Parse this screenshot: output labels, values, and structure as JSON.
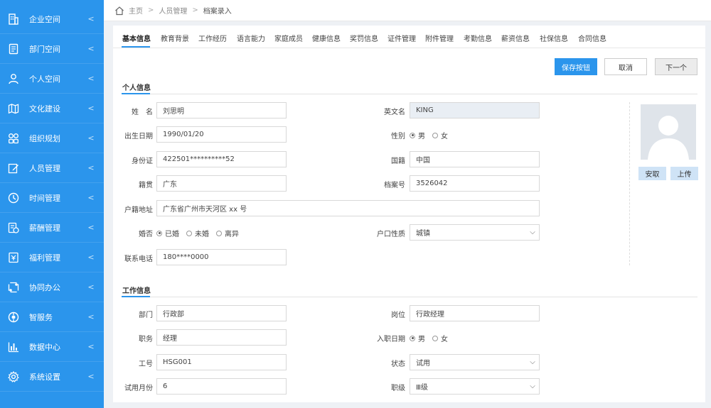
{
  "sidebar": {
    "items": [
      {
        "label": "企业空间",
        "icon": "building-icon",
        "chevron": "<"
      },
      {
        "label": "部门空间",
        "icon": "document-icon",
        "chevron": "<"
      },
      {
        "label": "个人空间",
        "icon": "user-icon",
        "chevron": "<"
      },
      {
        "label": "文化建设",
        "icon": "map-icon",
        "chevron": "<"
      },
      {
        "label": "组织规划",
        "icon": "org-icon",
        "chevron": "<"
      },
      {
        "label": "人员管理",
        "icon": "edit-icon",
        "chevron": "<"
      },
      {
        "label": "时间管理",
        "icon": "clock-icon",
        "chevron": "<"
      },
      {
        "label": "薪酬管理",
        "icon": "money-icon",
        "chevron": "<"
      },
      {
        "label": "福利管理",
        "icon": "gift-icon",
        "chevron": "<"
      },
      {
        "label": "协同办公",
        "icon": "collab-icon",
        "chevron": "<"
      },
      {
        "label": "智服务",
        "icon": "smart-service-icon",
        "chevron": "<"
      },
      {
        "label": "数据中心",
        "icon": "bar-chart-icon",
        "chevron": "<"
      },
      {
        "label": "系统设置",
        "icon": "gear-icon",
        "chevron": "<"
      }
    ]
  },
  "breadcrumb": {
    "items": [
      "主页",
      "人员管理",
      "档案录入"
    ],
    "separator": ">"
  },
  "tabs": [
    {
      "label": "基本信息",
      "active": true
    },
    {
      "label": "教育背景"
    },
    {
      "label": "工作经历"
    },
    {
      "label": "语言能力"
    },
    {
      "label": "家庭成员"
    },
    {
      "label": "健康信息"
    },
    {
      "label": "奖罚信息"
    },
    {
      "label": "证件管理"
    },
    {
      "label": "附件管理"
    },
    {
      "label": "考勤信息"
    },
    {
      "label": "薪资信息"
    },
    {
      "label": "社保信息"
    },
    {
      "label": "合同信息"
    }
  ],
  "actions": {
    "save": "保存按钮",
    "cancel": "取消",
    "next": "下一个"
  },
  "personal": {
    "title": "个人信息",
    "name": {
      "label": "姓　名",
      "value": "刘思明"
    },
    "english_name": {
      "label": "英文名",
      "value": "KING"
    },
    "birth": {
      "label": "出生日期",
      "value": "1990/01/20"
    },
    "gender": {
      "label": "性别",
      "options": [
        "男",
        "女"
      ],
      "selected": "男"
    },
    "id_card": {
      "label": "身份证",
      "value": "422501**********52"
    },
    "nationality": {
      "label": "国籍",
      "value": "中国"
    },
    "native_place": {
      "label": "籍贯",
      "value": "广东"
    },
    "file_no": {
      "label": "档案号",
      "value": "3526042"
    },
    "household_address": {
      "label": "户籍地址",
      "value": "广东省广州市天河区 xx 号"
    },
    "marital": {
      "label": "婚否",
      "options": [
        "已婚",
        "未婚",
        "离异"
      ],
      "selected": "已婚"
    },
    "household_type": {
      "label": "户口性质",
      "value": "城镇"
    },
    "phone": {
      "label": "联系电话",
      "value": "180****0000"
    },
    "photo": {
      "fetch": "安取",
      "upload": "上传"
    }
  },
  "work": {
    "title": "工作信息",
    "department": {
      "label": "部门",
      "value": "行政部"
    },
    "position": {
      "label": "岗位",
      "value": "行政经理"
    },
    "duty": {
      "label": "职务",
      "value": "经理"
    },
    "entry_date": {
      "label": "入职日期",
      "options": [
        "男",
        "女"
      ],
      "selected": "男"
    },
    "employee_no": {
      "label": "工号",
      "value": "HSG001"
    },
    "status": {
      "label": "状态",
      "value": "试用"
    },
    "probation_months": {
      "label": "试用月份",
      "value": "6"
    },
    "rank": {
      "label": "职级",
      "value": "Ⅲ级"
    }
  }
}
